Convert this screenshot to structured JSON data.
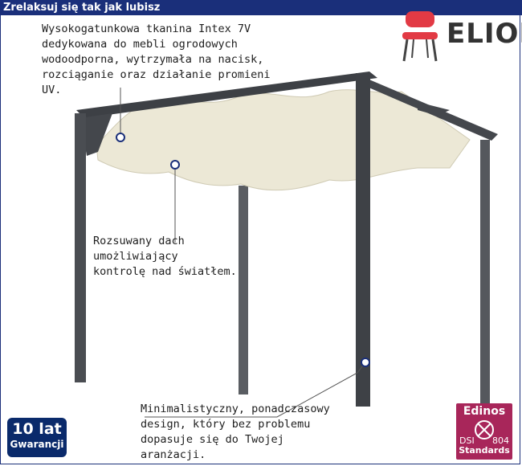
{
  "header": {
    "title": "Zrelaksuj się tak jak lubisz"
  },
  "notes": {
    "fabric": "Wysokogatunkowa tkanina Intex 7V\ndedykowana do mebli ogrodowych\nwodoodporna, wytrzymała na nacisk,\nrozciąganie oraz działanie promieni UV.",
    "roof": "Rozsuwany dach\numożliwiający\nkontrolę nad światłem.",
    "design": "Minimalistyczny, ponadczasowy\ndesign, który bez problemu\ndopasuje się do Twojej aranżacji."
  },
  "brand": {
    "name": "ELIOR"
  },
  "warranty": {
    "years": "10 lat",
    "label": "Gwarancji"
  },
  "certificate": {
    "name": "Edinos",
    "code_left": "DSI",
    "code_right": "804",
    "label": "Standards"
  },
  "colors": {
    "header_bg": "#1a2f7a",
    "frame": "#4a4d52",
    "canopy": "#ece8d6",
    "badge": "#a8265a"
  }
}
